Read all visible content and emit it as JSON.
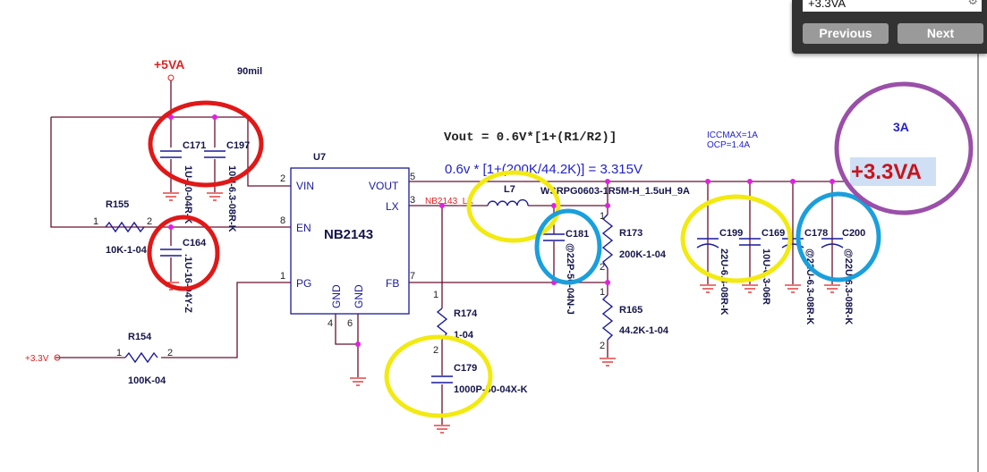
{
  "find_bar": {
    "query": "+3.3VA",
    "gear_icon": "gear-icon",
    "previous_label": "Previous",
    "next_label": "Next"
  },
  "schematic": {
    "power_5va": "+5VA",
    "trace_width": "90mil",
    "ic": {
      "ref": "U7",
      "part": "NB2143",
      "pins": {
        "vin": "VIN",
        "en": "EN",
        "pg": "PG",
        "vout": "VOUT",
        "lx": "LX",
        "fb": "FB",
        "gnd1": "GND",
        "gnd2": "GND"
      },
      "pin_numbers": {
        "vin": "2",
        "en": "8",
        "pg": "1",
        "vout": "5",
        "lx": "3",
        "fb": "7",
        "gnd1": "4",
        "gnd2": "6"
      }
    },
    "net_lx": "NB2143_LX",
    "formula": "Vout = 0.6V*[1+(R1/R2)]",
    "calc": "0.6v * [1+(200K/44.2K)] = 3.315V",
    "iccmax": "ICCMAX=1A",
    "ocp": "OCP=1.4A",
    "inductor": {
      "ref": "L7",
      "value": "WSRPG0603-1R5M-H_1.5uH_9A"
    },
    "r155": {
      "ref": "R155",
      "value": "10K-1-04",
      "p1": "1",
      "p2": "2"
    },
    "r154": {
      "ref": "R154",
      "value": "100K-04",
      "p1": "1",
      "p2": "2"
    },
    "r173": {
      "ref": "R173",
      "value": "200K-1-04",
      "p1": "1",
      "p2": "2"
    },
    "r165": {
      "ref": "R165",
      "value": "44.2K-1-04",
      "p1": "1",
      "p2": "2"
    },
    "r174": {
      "ref": "R174",
      "value": "1-04",
      "p1": "1",
      "p2": "2"
    },
    "c171": {
      "ref": "C171",
      "value": "1U-10-04R-K"
    },
    "c197": {
      "ref": "C197",
      "value": "10U-6.3-08R-K"
    },
    "c164": {
      "ref": "C164",
      "value": ".1U-16-04Y-Z"
    },
    "c181": {
      "ref": "C181",
      "value": "@22P-50-04N-J"
    },
    "c179": {
      "ref": "C179",
      "value": "1000P-50-04X-K"
    },
    "c199": {
      "ref": "C199",
      "value": "22U-6.3-08R-K"
    },
    "c169": {
      "ref": "C169",
      "value": "10U-6.3-06R"
    },
    "c178": {
      "ref": "C178",
      "value": "@22U-6.3-08R-K"
    },
    "c200": {
      "ref": "C200",
      "value": "@22U-6.3-08R-K"
    },
    "power_33v": "+3.3V",
    "current_note": "3A",
    "output_net": "+3.3VA"
  },
  "annotation_colors": {
    "red": "#e01818",
    "yellow": "#f2ea10",
    "blue": "#1a9fdc",
    "purple": "#9a4fa8"
  }
}
